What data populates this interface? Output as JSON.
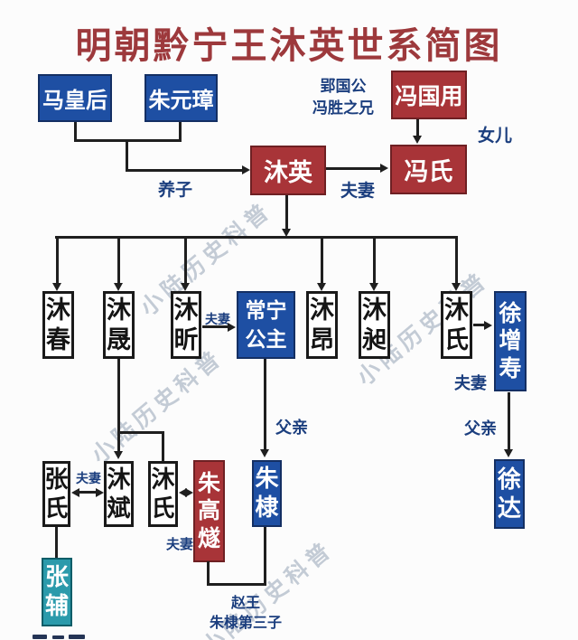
{
  "title": "明朝黔宁王沐英世系简图",
  "watermark_text": "小陆历史科普",
  "nodes": {
    "ma_huanghou": "马皇后",
    "zhu_yuanzhang": "朱元璋",
    "feng_guoyong": "冯国用",
    "mu_ying": "沐英",
    "feng_shi": "冯氏",
    "mu_chun": "沐春",
    "mu_sheng": "沐晟",
    "mu_xin": "沐昕",
    "changning_gongzhu": "常宁公主",
    "mu_ang": "沐昂",
    "mu_chang": "沐昶",
    "mu_shi_daughter": "沐氏",
    "xu_zengshou": "徐增寿",
    "xu_da": "徐达",
    "zhu_di": "朱棣",
    "zhang_shi": "张氏",
    "mu_bin": "沐斌",
    "mu_shi_granddaughter": "沐氏",
    "zhu_gaosui": "朱高燧",
    "zhang_fu": "张辅"
  },
  "labels": {
    "adopted_son": "养子",
    "spouse_mu_ying": "夫妻",
    "daughter": "女儿",
    "spouse_mu_xin": "夫妻",
    "spouse_mu_shi_xu": "夫妻",
    "father_xu": "父亲",
    "father_zhu": "父亲",
    "spouse_zhang_shi": "夫妻",
    "spouse_mu_shi_zhu": "夫妻"
  },
  "notes": {
    "feng_line1": "郢国公",
    "feng_line2": "冯胜之兄",
    "zhao_line1": "赵王",
    "zhao_line2": "朱棣第三子"
  },
  "colors": {
    "title_red": "#9d393c",
    "box_blue": "#1e4fa3",
    "box_red": "#a83438",
    "box_teal": "#2b9aab",
    "box_white": "#ffffff",
    "connector": "#1f1f1f",
    "label_navy": "#1b3e7e",
    "watermark": "#94a2b5"
  }
}
